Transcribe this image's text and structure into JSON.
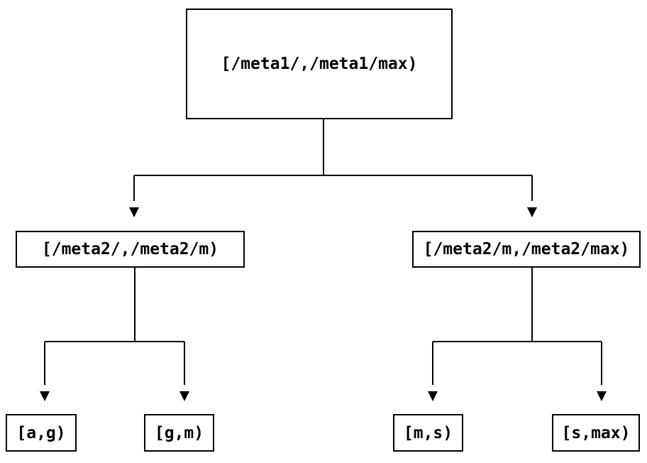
{
  "diagram": {
    "type": "tree",
    "nodes": {
      "root": {
        "id": "root",
        "label": "[/meta1/,/meta1/max)"
      },
      "left": {
        "id": "left",
        "label": "[/meta2/,/meta2/m)"
      },
      "right": {
        "id": "right",
        "label": "[/meta2/m,/meta2/max)"
      },
      "leaf_ag": {
        "id": "leaf_ag",
        "label": "[a,g)"
      },
      "leaf_gm": {
        "id": "leaf_gm",
        "label": "[g,m)"
      },
      "leaf_ms": {
        "id": "leaf_ms",
        "label": "[m,s)"
      },
      "leaf_smax": {
        "id": "leaf_smax",
        "label": "[s,max)"
      }
    },
    "edges": [
      {
        "from": "root",
        "to": "left"
      },
      {
        "from": "root",
        "to": "right"
      },
      {
        "from": "left",
        "to": "leaf_ag"
      },
      {
        "from": "left",
        "to": "leaf_gm"
      },
      {
        "from": "right",
        "to": "leaf_ms"
      },
      {
        "from": "right",
        "to": "leaf_smax"
      }
    ],
    "colors": {
      "background": "#ffffff",
      "node_border": "#000000",
      "text": "#000000",
      "connector": "#000000"
    }
  }
}
